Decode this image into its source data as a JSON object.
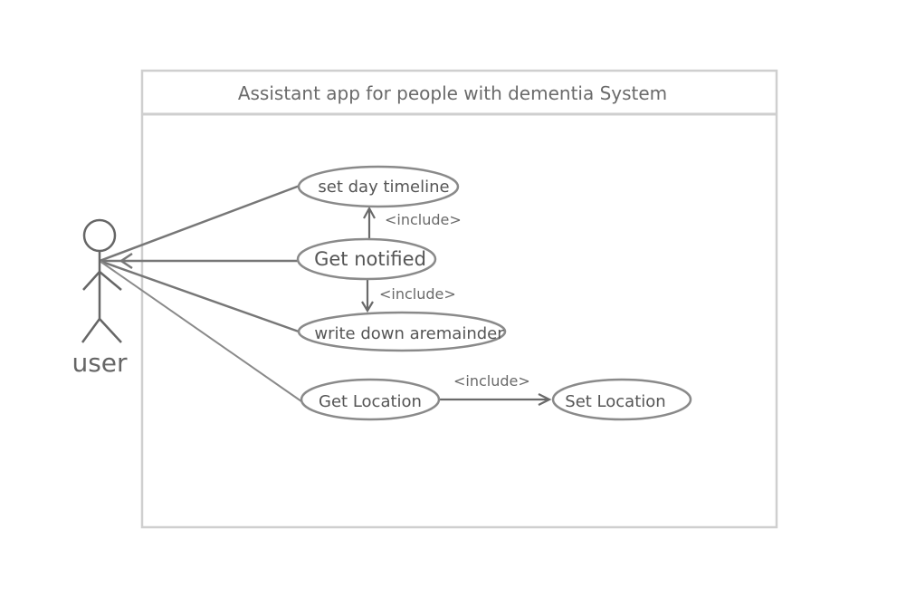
{
  "system": {
    "title": "Assistant app for people with dementia System"
  },
  "actor": {
    "name": "user",
    "icon": "stick-figure-icon"
  },
  "use_cases": {
    "set_day_timeline": "set day timeline",
    "get_notified": "Get notified",
    "write_down_reminder": "write down aremainder",
    "get_location": "Get Location",
    "set_location": "Set Location"
  },
  "relations": {
    "include_timeline": "<include>",
    "include_reminder": "<include>",
    "include_location": "<include>"
  },
  "colors": {
    "frame": "#cfcfcf",
    "line": "#777777",
    "text": "#555555"
  }
}
